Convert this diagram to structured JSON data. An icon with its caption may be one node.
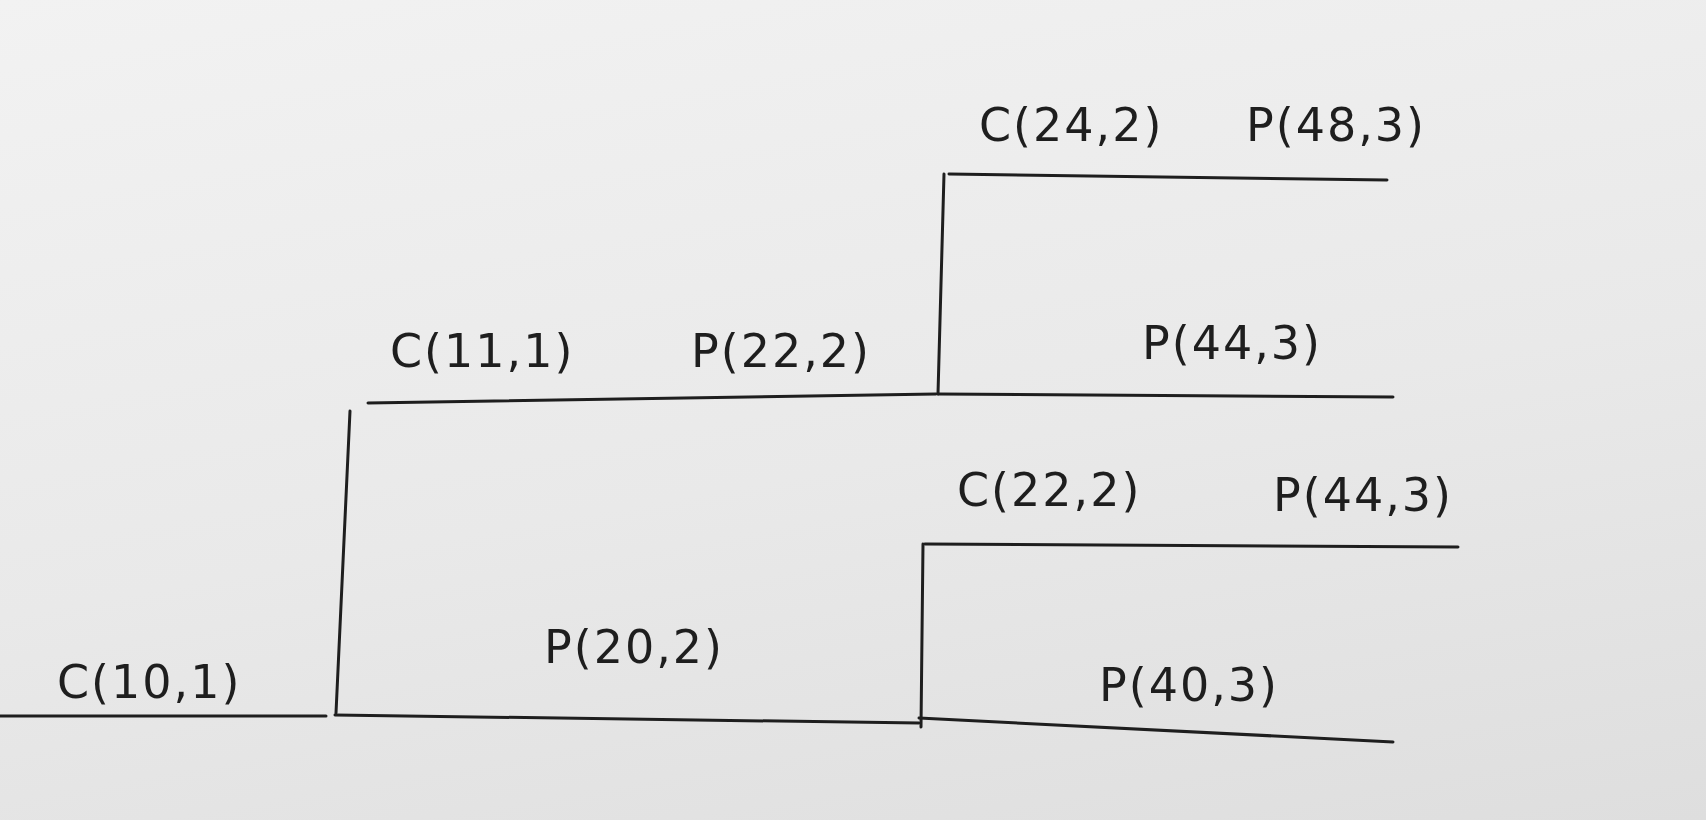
{
  "diagram": {
    "labels": [
      "C(24,2)",
      "P(48,3)",
      "C(11,1)",
      "P(22,2)",
      "P(44,3)",
      "C(22,2)",
      "P(44,3)",
      "C(10,1)",
      "P(20,2)",
      "P(40,3)"
    ]
  }
}
